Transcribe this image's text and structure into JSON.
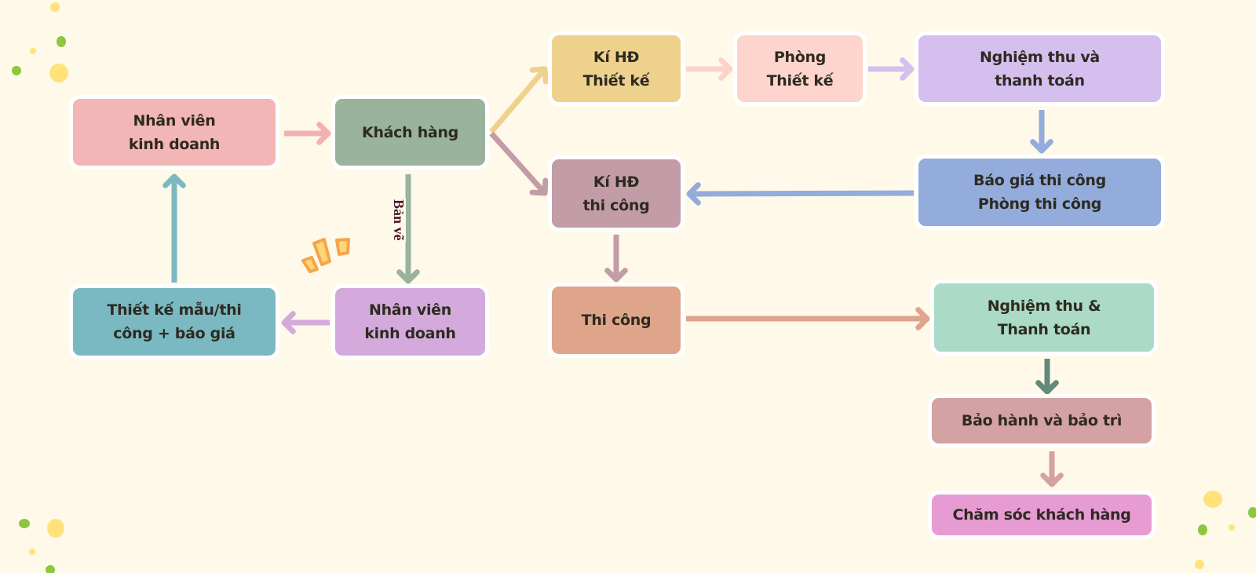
{
  "diagram": {
    "background": "#fff9ea",
    "nodes": [
      {
        "id": "sales-staff-1",
        "label": "Nhân viên\nkinh doanh",
        "color": "#f3b6b6"
      },
      {
        "id": "customer",
        "label": "Khách hàng",
        "color": "#99b39c"
      },
      {
        "id": "design-contract",
        "label": "Kí HĐ\nThiết kế",
        "color": "#efd18e"
      },
      {
        "id": "design-dept",
        "label": "Phòng\nThiết kế",
        "color": "#fdd5cd"
      },
      {
        "id": "acceptance-payment-1",
        "label": "Nghiệm thu và\nthanh toán",
        "color": "#d4bfee"
      },
      {
        "id": "construction-contract",
        "label": "Kí HĐ\nthi công",
        "color": "#c29ca6"
      },
      {
        "id": "construction-quote",
        "label": "Báo giá thi công\nPhòng thi công",
        "color": "#93acdc"
      },
      {
        "id": "construction",
        "label": "Thi công",
        "color": "#dea58b"
      },
      {
        "id": "acceptance-payment-2",
        "label": "Nghiệm thu &\nThanh toán",
        "color": "#abdac6"
      },
      {
        "id": "warranty-maintenance",
        "label": "Bảo hành và bảo trì",
        "color": "#d4a2a2"
      },
      {
        "id": "customer-care",
        "label": "Chăm sóc khách hàng",
        "color": "#e79bd3"
      },
      {
        "id": "sample-design-quote",
        "label": "Thiết kế mẫu/thi\ncông + báo giá",
        "color": "#7bb9c2"
      },
      {
        "id": "sales-staff-2",
        "label": "Nhân viên\nkinh doanh",
        "color": "#d3aadb"
      }
    ],
    "edges": [
      {
        "from": "sales-staff-1",
        "to": "customer",
        "color": "#f3b0b2"
      },
      {
        "from": "customer",
        "to": "design-contract",
        "color": "#efd18e"
      },
      {
        "from": "customer",
        "to": "construction-contract",
        "color": "#c29ca6"
      },
      {
        "from": "design-contract",
        "to": "design-dept",
        "color": "#fcd2ca"
      },
      {
        "from": "design-dept",
        "to": "acceptance-payment-1",
        "color": "#d4bfee"
      },
      {
        "from": "acceptance-payment-1",
        "to": "construction-quote",
        "color": "#93acdc"
      },
      {
        "from": "construction-quote",
        "to": "construction-contract",
        "color": "#93acdc"
      },
      {
        "from": "construction-contract",
        "to": "construction",
        "color": "#c29ca6"
      },
      {
        "from": "construction",
        "to": "acceptance-payment-2",
        "color": "#dea58b"
      },
      {
        "from": "acceptance-payment-2",
        "to": "warranty-maintenance",
        "color": "#62897a"
      },
      {
        "from": "warranty-maintenance",
        "to": "customer-care",
        "color": "#d4a2a2"
      },
      {
        "from": "customer",
        "to": "sales-staff-2",
        "color": "#99b39c",
        "label": "Bản vẽ"
      },
      {
        "from": "sales-staff-2",
        "to": "sample-design-quote",
        "color": "#d3aadb"
      },
      {
        "from": "sample-design-quote",
        "to": "sales-staff-1",
        "color": "#7bb9c2"
      }
    ],
    "edge_label": "Bản vẽ",
    "decorations": {
      "dot_yellow": "#ffe27a",
      "dot_green": "#8dc63f",
      "sparkle_fill": "#ffd57a",
      "sparkle_stroke": "#f5a54a"
    }
  }
}
